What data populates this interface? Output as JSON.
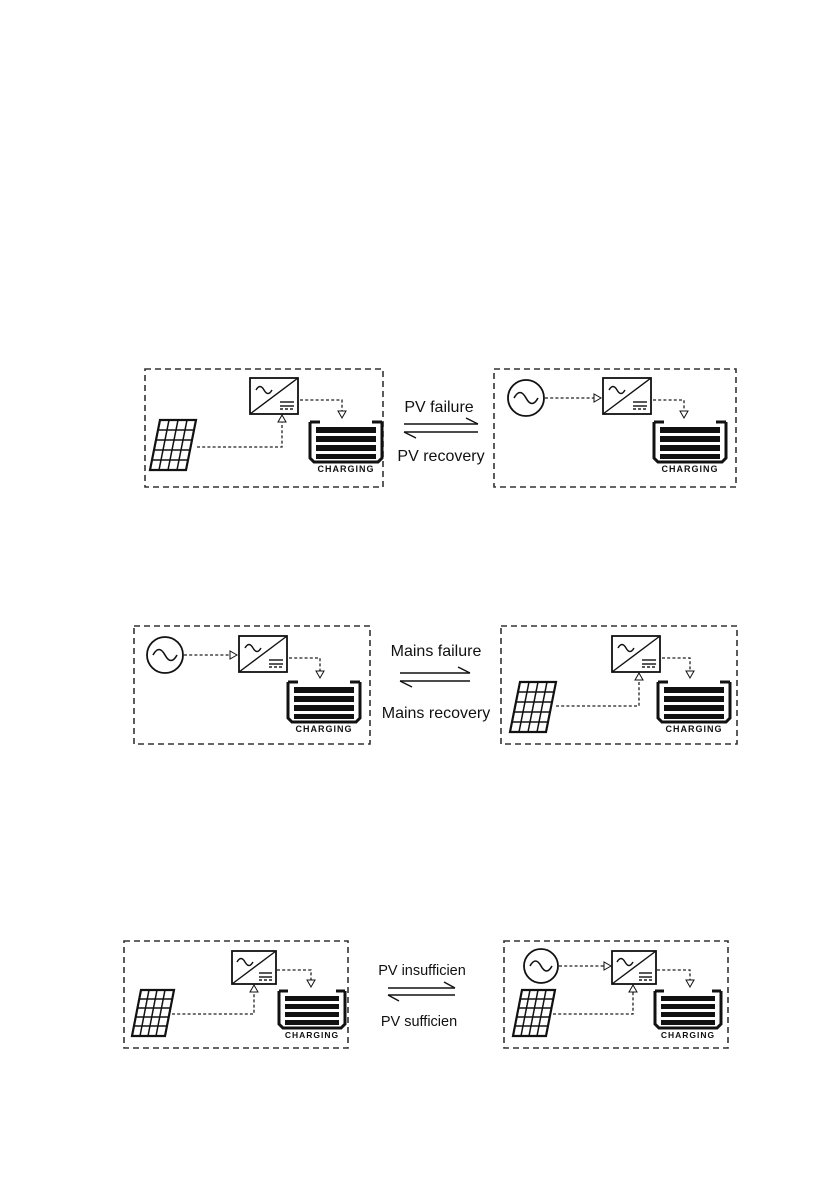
{
  "charging_label": "CHARGING",
  "transitions": [
    {
      "left_panel": [
        "solar-panel",
        "inverter",
        "battery"
      ],
      "right_panel": [
        "ac-source",
        "inverter",
        "battery"
      ],
      "forward_label": "PV failure",
      "reverse_label": "PV recovery"
    },
    {
      "left_panel": [
        "ac-source",
        "inverter",
        "battery"
      ],
      "right_panel": [
        "solar-panel",
        "inverter",
        "battery"
      ],
      "forward_label": "Mains failure",
      "reverse_label": "Mains recovery"
    },
    {
      "left_panel": [
        "solar-panel",
        "inverter",
        "battery"
      ],
      "right_panel": [
        "ac-source",
        "solar-panel",
        "inverter",
        "battery"
      ],
      "forward_label": "PV insufficien",
      "reverse_label": "PV sufficien"
    }
  ]
}
